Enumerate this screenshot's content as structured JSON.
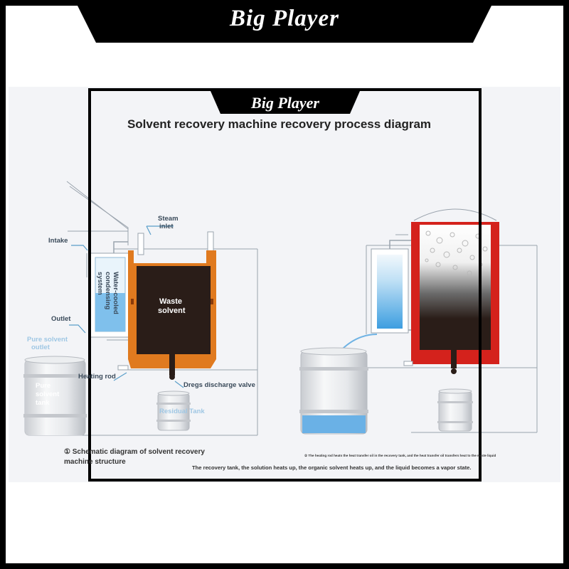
{
  "brand": {
    "banner_text": "Big Player",
    "inner_banner_text": "Big Player"
  },
  "diagram": {
    "title": "Solvent recovery machine recovery process diagram",
    "labels": {
      "intake": "Intake",
      "steam_inlet_1": "Steam",
      "steam_inlet_2": "inlet",
      "condensing_1": "Water-cooled",
      "condensing_2": "condensing",
      "condensing_3": "system",
      "waste_1": "Waste",
      "waste_2": "solvent",
      "outlet": "Outlet",
      "pure_outlet_1": "Pure solvent",
      "pure_outlet_2": "outlet",
      "pure_tank_1": "Pure",
      "pure_tank_2": "solvent",
      "pure_tank_3": "tank",
      "heating_rod": "Heating rod",
      "dregs_valve": "Dregs discharge valve",
      "residual_tank": "Residual Tank"
    },
    "captions": {
      "left_1": "① Schematic diagram of solvent recovery",
      "left_2": "machine structure",
      "right_small": "② The heating rod heats the heat transfer oil in the recovery tank, and the heat transfer oil transfers heat to the waste liquid",
      "right_main": "The recovery tank, the solution heats up, the organic solvent heats up, and the liquid becomes a vapor state."
    },
    "colors": {
      "heating_jacket": "#e07a1f",
      "waste_solvent": "#2a1d18",
      "heated_tank": "#d4221c",
      "condenser_water": "#3d9ee0",
      "frame_black": "#000000",
      "background": "#f3f4f7"
    }
  }
}
